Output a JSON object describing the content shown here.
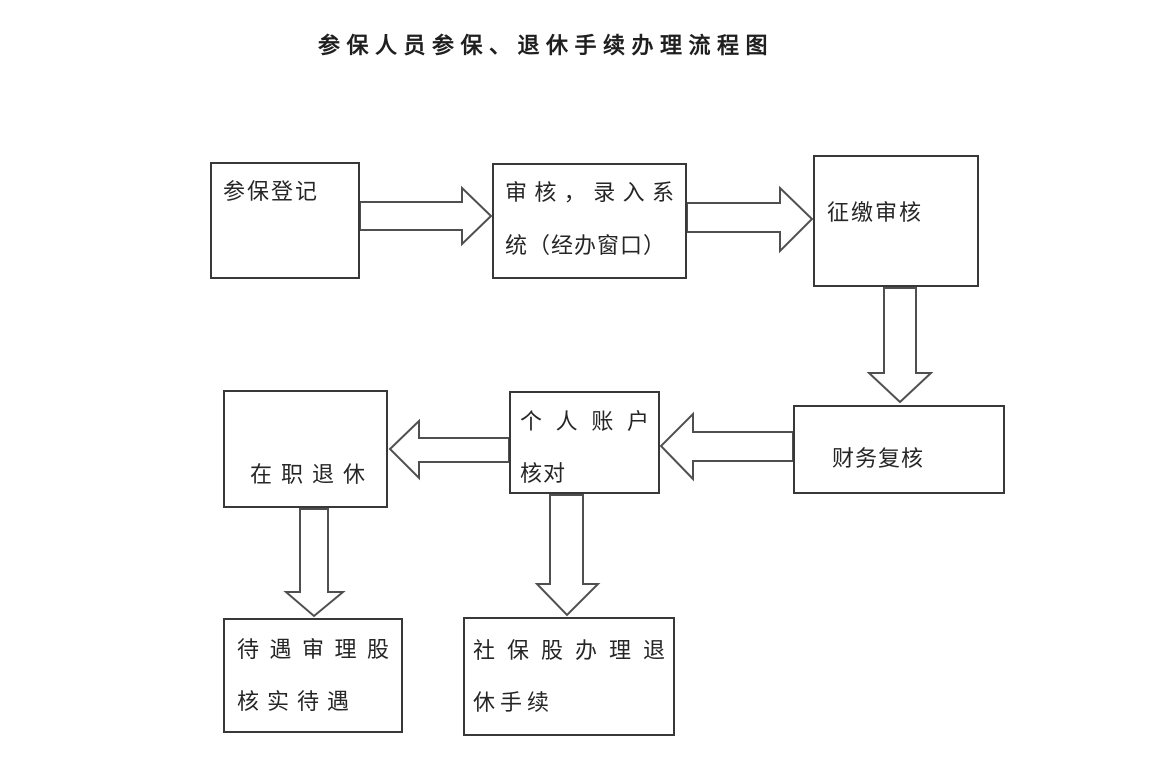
{
  "page": {
    "title": "参保人员参保、退休手续办理流程图"
  },
  "colors": {
    "background": "#ffffff",
    "box_border": "#383838",
    "arrow_stroke": "#4f4f4f",
    "text": "#262626"
  },
  "nodes": [
    {
      "id": "enrollment-registration",
      "label": "参保登记",
      "lines": [
        "参保登记"
      ]
    },
    {
      "id": "review-system-entry",
      "label": "审核，录入系统（经办窗口）",
      "lines": [
        "审核，录入系",
        "统（经办窗口）"
      ]
    },
    {
      "id": "collection-audit",
      "label": "征缴审核",
      "lines": [
        "征缴审核"
      ]
    },
    {
      "id": "finance-recheck",
      "label": "财务复核",
      "lines": [
        "财务复核"
      ]
    },
    {
      "id": "personal-account-check",
      "label": "个人账户核对",
      "lines": [
        "个人账户",
        "核对"
      ]
    },
    {
      "id": "in-service-retirement",
      "label": "在职退休",
      "lines": [
        "在职退休"
      ]
    },
    {
      "id": "benefit-review-section",
      "label": "待遇审理股核实待遇",
      "lines": [
        "待遇审理股",
        "核实待遇"
      ]
    },
    {
      "id": "social-security-retirement",
      "label": "社保股办理退休手续",
      "lines": [
        "社保股办理退",
        "休手续"
      ]
    }
  ],
  "edges": [
    {
      "from": "enrollment-registration",
      "to": "review-system-entry",
      "direction": "right"
    },
    {
      "from": "review-system-entry",
      "to": "collection-audit",
      "direction": "right"
    },
    {
      "from": "collection-audit",
      "to": "finance-recheck",
      "direction": "down"
    },
    {
      "from": "finance-recheck",
      "to": "personal-account-check",
      "direction": "left"
    },
    {
      "from": "personal-account-check",
      "to": "in-service-retirement",
      "direction": "left"
    },
    {
      "from": "in-service-retirement",
      "to": "benefit-review-section",
      "direction": "down"
    },
    {
      "from": "personal-account-check",
      "to": "social-security-retirement",
      "direction": "down"
    }
  ]
}
